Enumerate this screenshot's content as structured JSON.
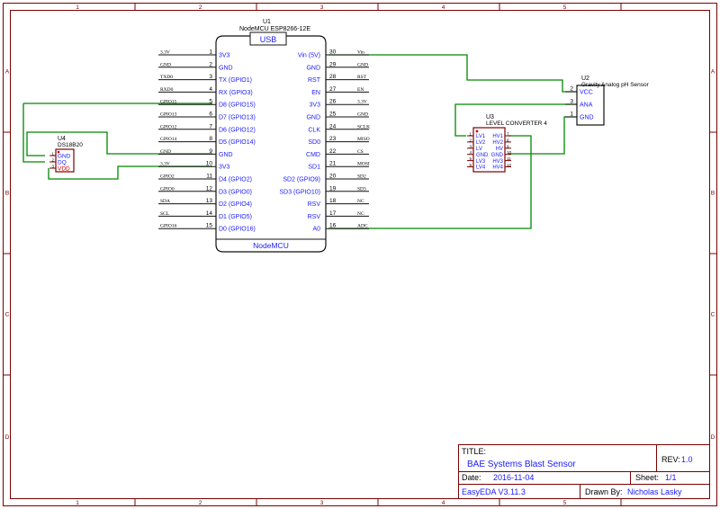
{
  "frame": {
    "col_labels": [
      "1",
      "2",
      "3",
      "4",
      "5"
    ],
    "row_labels": [
      "A",
      "B",
      "C",
      "D"
    ]
  },
  "title_block": {
    "title_label": "TITLE:",
    "title_value": "BAE Systems Blast Sensor",
    "rev_label": "REV:",
    "rev_value": "1.0",
    "date_label": "Date:",
    "date_value": "2016-11-04",
    "sheet_label": "Sheet:",
    "sheet_value": "1/1",
    "software": "EasyEDA V3.11.3",
    "drawn_by_label": "Drawn By:",
    "drawn_by_value": "Nicholas Lasky"
  },
  "u1": {
    "ref": "U1",
    "part": "NodeMCU ESP8266-12E",
    "top_label": "USB",
    "bottom_label": "NodeMCU",
    "left_pins": [
      {
        "num": "1",
        "name": "3V3",
        "net": "3.3V"
      },
      {
        "num": "2",
        "name": "GND",
        "net": "GND"
      },
      {
        "num": "3",
        "name": "TX (GPIO1)",
        "net": "TXD0"
      },
      {
        "num": "4",
        "name": "RX (GPIO3)",
        "net": "RXD0"
      },
      {
        "num": "5",
        "name": "D8 (GPIO15)",
        "net": "GPIO15"
      },
      {
        "num": "6",
        "name": "D7 (GPIO13)",
        "net": "GPIO13"
      },
      {
        "num": "7",
        "name": "D6 (GPIO12)",
        "net": "GPIO12"
      },
      {
        "num": "8",
        "name": "D5 (GPIO14)",
        "net": "GPIO14"
      },
      {
        "num": "9",
        "name": "GND",
        "net": "GND"
      },
      {
        "num": "10",
        "name": "3V3",
        "net": "3.3V"
      },
      {
        "num": "11",
        "name": "D4 (GPIO2)",
        "net": "GPIO2"
      },
      {
        "num": "12",
        "name": "D3 (GPIO0)",
        "net": "GPIO0"
      },
      {
        "num": "13",
        "name": "D2 (GPIO4)",
        "net": "SDA"
      },
      {
        "num": "14",
        "name": "D1 (GPIO5)",
        "net": "SCL"
      },
      {
        "num": "15",
        "name": "D0 (GPIO16)",
        "net": "GPIO16"
      }
    ],
    "right_pins": [
      {
        "num": "30",
        "name": "Vin (5V)",
        "net": "Vin"
      },
      {
        "num": "29",
        "name": "GND",
        "net": "GND"
      },
      {
        "num": "28",
        "name": "RST",
        "net": "RST"
      },
      {
        "num": "27",
        "name": "EN",
        "net": "EN"
      },
      {
        "num": "26",
        "name": "3V3",
        "net": "3.3V"
      },
      {
        "num": "25",
        "name": "GND",
        "net": "GND"
      },
      {
        "num": "24",
        "name": "CLK",
        "net": "SCLK"
      },
      {
        "num": "23",
        "name": "SD0",
        "net": "MISO"
      },
      {
        "num": "22",
        "name": "CMD",
        "net": "CS"
      },
      {
        "num": "21",
        "name": "SD1",
        "net": "MOSI"
      },
      {
        "num": "20",
        "name": "SD2 (GPIO9)",
        "net": "SD2"
      },
      {
        "num": "19",
        "name": "SD3 (GPIO10)",
        "net": "SD3"
      },
      {
        "num": "18",
        "name": "RSV",
        "net": "NC"
      },
      {
        "num": "17",
        "name": "RSV",
        "net": "NC"
      },
      {
        "num": "16",
        "name": "A0",
        "net": "ADC"
      }
    ]
  },
  "u2": {
    "ref": "U2",
    "part": "Gravity Analog pH Sensor",
    "pins": [
      {
        "num": "2",
        "name": "VCC"
      },
      {
        "num": "3",
        "name": "ANA"
      },
      {
        "num": "1",
        "name": "GND"
      }
    ]
  },
  "u3": {
    "ref": "U3",
    "part": "LEVEL CONVERTER 4",
    "left_names": [
      "LV1",
      "LV2",
      "LV",
      "GND",
      "LV3",
      "LV4"
    ],
    "left_nums": [
      "1",
      "2",
      "3",
      "4",
      "5",
      "6"
    ],
    "right_names": [
      "HV1",
      "HV2",
      "HV",
      "GND",
      "HV3",
      "HV4"
    ],
    "right_nums": [
      "7",
      "8",
      "9",
      "10",
      "11",
      "12"
    ]
  },
  "u4": {
    "ref": "U4",
    "part": "DS18B20",
    "pins": [
      {
        "num": "1",
        "name": "GND"
      },
      {
        "num": "2",
        "name": "DQ"
      },
      {
        "num": "3",
        "name": "VDD"
      }
    ]
  }
}
